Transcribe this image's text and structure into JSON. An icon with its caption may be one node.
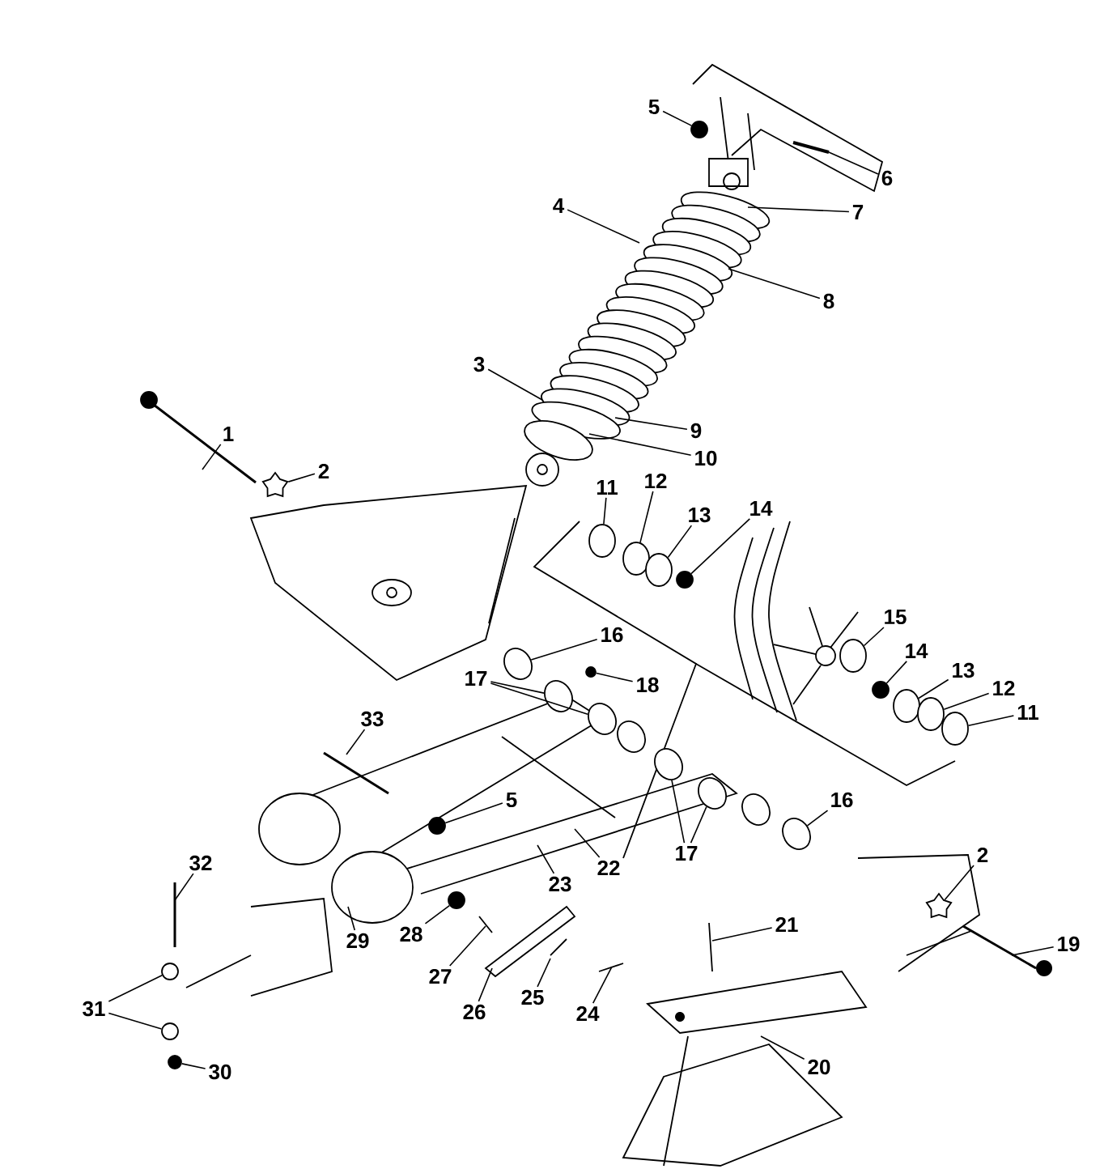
{
  "diagram": {
    "nodes": [
      {
        "text": [
          "5"
        ]
      },
      {
        "text": [
          "6"
        ]
      },
      {
        "text": [
          "4"
        ]
      },
      {
        "text": [
          "7"
        ]
      },
      {
        "text": [
          "8"
        ]
      },
      {
        "text": [
          "3"
        ]
      },
      {
        "text": [
          "9"
        ]
      },
      {
        "text": [
          "1"
        ]
      },
      {
        "text": [
          "10"
        ]
      },
      {
        "text": [
          "2"
        ]
      },
      {
        "text": [
          "11"
        ]
      },
      {
        "text": [
          "12"
        ]
      },
      {
        "text": [
          "13"
        ]
      },
      {
        "text": [
          "14"
        ]
      },
      {
        "text": [
          "15"
        ]
      },
      {
        "text": [
          "16"
        ]
      },
      {
        "text": [
          "18"
        ]
      },
      {
        "text": [
          "17"
        ]
      },
      {
        "text": [
          "14"
        ]
      },
      {
        "text": [
          "13"
        ]
      },
      {
        "text": [
          "12"
        ]
      },
      {
        "text": [
          "11"
        ]
      },
      {
        "text": [
          "33"
        ]
      },
      {
        "text": [
          "5"
        ]
      },
      {
        "text": [
          "16"
        ]
      },
      {
        "text": [
          "17"
        ]
      },
      {
        "text": [
          "22"
        ]
      },
      {
        "text": [
          "23"
        ]
      },
      {
        "text": [
          "32"
        ]
      },
      {
        "text": [
          "21"
        ]
      },
      {
        "text": [
          "28"
        ]
      },
      {
        "text": [
          "29"
        ]
      },
      {
        "text": [
          "2"
        ]
      },
      {
        "text": [
          "19"
        ]
      },
      {
        "text": [
          "27"
        ]
      },
      {
        "text": [
          "26"
        ]
      },
      {
        "text": [
          "25"
        ]
      },
      {
        "text": [
          "24"
        ]
      },
      {
        "text": [
          "31"
        ]
      },
      {
        "text": [
          "20"
        ]
      },
      {
        "text": [
          "30"
        ]
      },
      {
        "text": [],
        "shape": "circle"
      },
      {
        "text": [],
        "shape": "star"
      },
      {
        "text": [],
        "shape": "circle"
      },
      {
        "text": [],
        "shape": "circle"
      },
      {
        "text": [],
        "shape": "circle"
      },
      {
        "text": [],
        "shape": "circle"
      },
      {
        "text": [],
        "shape": "circle"
      },
      {
        "text": [],
        "shape": "circle"
      },
      {
        "text": [],
        "shape": "circle"
      },
      {
        "text": [],
        "shape": "circle"
      },
      {
        "text": [],
        "shape": "circle"
      },
      {
        "text": [],
        "shape": "circle"
      },
      {
        "text": [],
        "shape": "circle"
      },
      {
        "text": [],
        "shape": "circle"
      },
      {
        "text": [],
        "shape": "circle"
      },
      {
        "text": [],
        "shape": "circle"
      },
      {
        "text": [],
        "shape": "circle"
      },
      {
        "text": [],
        "shape": "circle"
      },
      {
        "text": [],
        "shape": "circle"
      },
      {
        "text": [],
        "shape": "circle"
      },
      {
        "text": [],
        "shape": "star"
      },
      {
        "text": [],
        "shape": "circle"
      },
      {
        "text": [],
        "shape": "circle"
      },
      {
        "text": [],
        "shape": "circle"
      },
      {
        "text": [],
        "shape": "circle"
      },
      {
        "text": [],
        "shape": "circle"
      }
    ],
    "edges": [
      {
        "from": 0,
        "to": 41,
        "arrow": "none"
      },
      {
        "from": 1,
        "to": null,
        "arrow": "none"
      },
      {
        "from": 2,
        "to": null,
        "arrow": "none"
      },
      {
        "from": 3,
        "to": null,
        "arrow": "none"
      },
      {
        "from": 4,
        "to": null,
        "arrow": "none"
      },
      {
        "from": 5,
        "to": null,
        "arrow": "none"
      },
      {
        "from": 6,
        "to": null,
        "arrow": "none"
      },
      {
        "from": 7,
        "to": null,
        "arrow": "none"
      },
      {
        "from": 8,
        "to": null,
        "arrow": "none"
      },
      {
        "from": 9,
        "to": 42,
        "arrow": "none"
      },
      {
        "from": 10,
        "to": 43,
        "arrow": "none"
      },
      {
        "from": 11,
        "to": 44,
        "arrow": "none"
      },
      {
        "from": 12,
        "to": 45,
        "arrow": "none"
      },
      {
        "from": 13,
        "to": 46,
        "arrow": "none"
      },
      {
        "from": 14,
        "to": 47,
        "arrow": "none"
      },
      {
        "from": 15,
        "to": 48,
        "arrow": "none"
      },
      {
        "from": 16,
        "to": 49,
        "arrow": "none"
      },
      {
        "from": 17,
        "to": 50,
        "arrow": "none"
      },
      {
        "from": 17,
        "to": 51,
        "arrow": "none"
      },
      {
        "from": 18,
        "to": 52,
        "arrow": "none"
      },
      {
        "from": 19,
        "to": 53,
        "arrow": "none"
      },
      {
        "from": 20,
        "to": 54,
        "arrow": "none"
      },
      {
        "from": 21,
        "to": 55,
        "arrow": "none"
      },
      {
        "from": 22,
        "to": null,
        "arrow": "none"
      },
      {
        "from": 23,
        "to": 56,
        "arrow": "none"
      },
      {
        "from": 24,
        "to": 57,
        "arrow": "none"
      },
      {
        "from": 25,
        "to": 58,
        "arrow": "none"
      },
      {
        "from": 25,
        "to": 59,
        "arrow": "none"
      },
      {
        "from": 26,
        "to": null,
        "arrow": "none"
      },
      {
        "from": 27,
        "to": null,
        "arrow": "none"
      },
      {
        "from": 28,
        "to": null,
        "arrow": "none"
      },
      {
        "from": 29,
        "to": null,
        "arrow": "none"
      },
      {
        "from": 30,
        "to": 60,
        "arrow": "none"
      },
      {
        "from": 31,
        "to": null,
        "arrow": "none"
      },
      {
        "from": 32,
        "to": 61,
        "arrow": "none"
      },
      {
        "from": 33,
        "to": null,
        "arrow": "none"
      },
      {
        "from": 34,
        "to": null,
        "arrow": "none"
      },
      {
        "from": 35,
        "to": null,
        "arrow": "none"
      },
      {
        "from": 36,
        "to": null,
        "arrow": "none"
      },
      {
        "from": 37,
        "to": null,
        "arrow": "none"
      },
      {
        "from": 38,
        "to": 62,
        "arrow": "none"
      },
      {
        "from": 38,
        "to": 63,
        "arrow": "none"
      },
      {
        "from": 39,
        "to": null,
        "arrow": "none"
      },
      {
        "from": 40,
        "to": 64,
        "arrow": "none"
      }
    ]
  }
}
